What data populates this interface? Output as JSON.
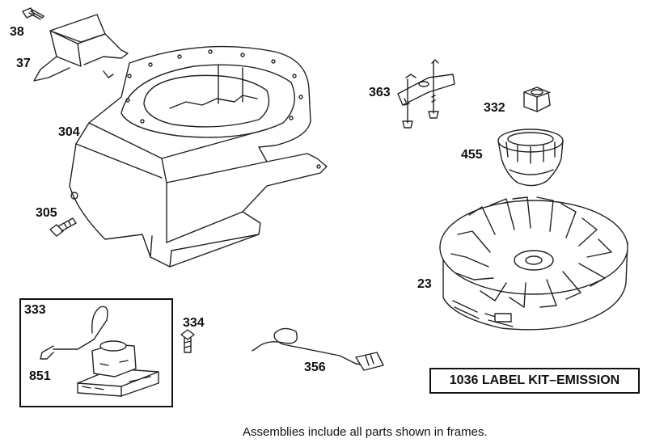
{
  "labels": {
    "p38": "38",
    "p37": "37",
    "p304": "304",
    "p305": "305",
    "p363": "363",
    "p332": "332",
    "p455": "455",
    "p23": "23",
    "p333": "333",
    "p851": "851",
    "p334": "334",
    "p356": "356"
  },
  "kit_label": "1036 LABEL KIT–EMISSION",
  "footnote": "Assemblies include all parts shown in frames."
}
